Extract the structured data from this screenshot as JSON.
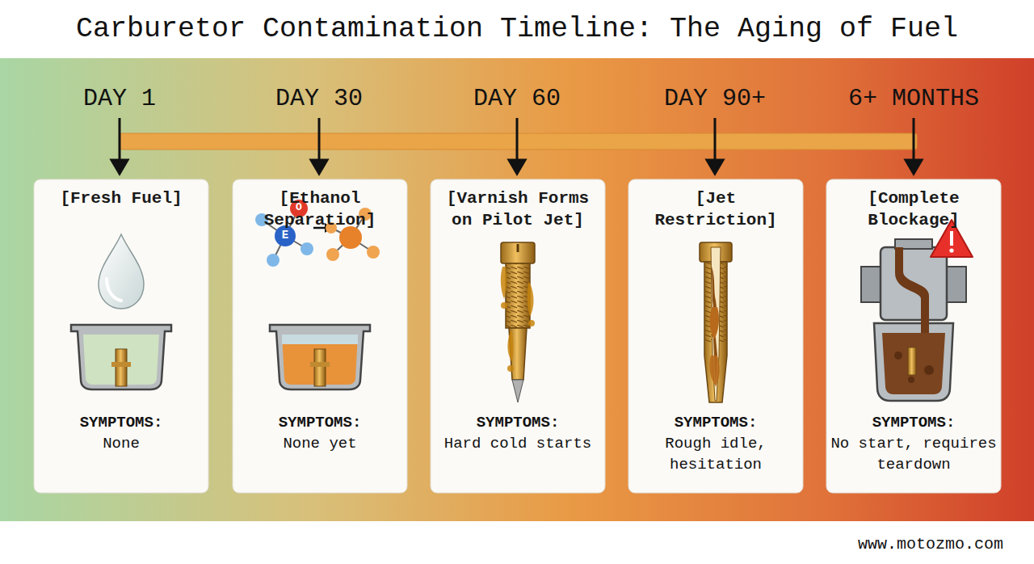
{
  "diagram": {
    "title": "Carburetor Contamination Timeline: The Aging of Fuel",
    "nodes": [
      {
        "text": [
          "[Fresh Fuel]",
          "SYMPTOMS:",
          "None"
        ]
      },
      {
        "text": [
          "[Ethanol Separation]",
          "SYMPTOMS:",
          "None yet"
        ]
      },
      {
        "text": [
          "[Varnish Forms on Pilot Jet]",
          "SYMPTOMS:",
          "Hard cold starts"
        ]
      },
      {
        "text": [
          "[Jet Restriction]",
          "SYMPTOMS:",
          "Rough idle, hesitation"
        ]
      },
      {
        "text": [
          "[Complete Blockage]",
          "SYMPTOMS:",
          "No start, requires teardown"
        ]
      }
    ],
    "labels": [
      "DAY 1",
      "DAY 30",
      "DAY 60",
      "DAY 90+",
      "6+ MONTHS",
      "O",
      "E",
      "www.motozmo.com"
    ]
  }
}
